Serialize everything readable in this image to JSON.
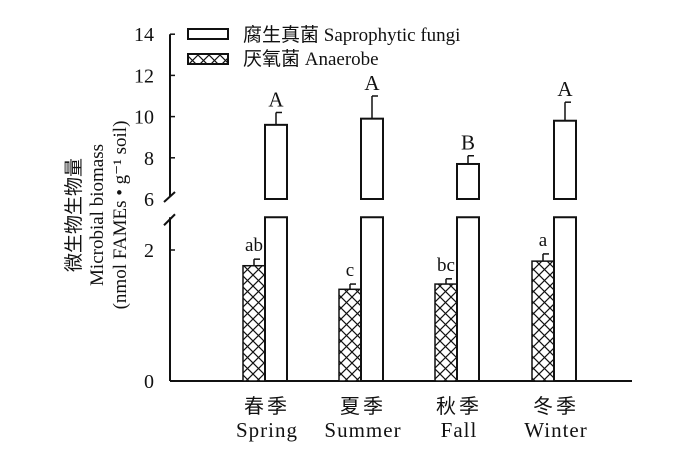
{
  "chart_data": {
    "type": "bar",
    "categories": [
      "春季",
      "夏季",
      "秋季",
      "冬季"
    ],
    "categories_en": [
      "Spring",
      "Summer",
      "Fall",
      "Winter"
    ],
    "ylabel": [
      "微生物生物量",
      "Microbial biomass",
      "(nmol FAMEs • g⁻¹ soil)"
    ],
    "axis_break": {
      "lower_range": [
        0,
        2.5
      ],
      "upper_range": [
        6,
        14
      ]
    },
    "lower_ticks": [
      "0",
      "2"
    ],
    "upper_ticks": [
      "6",
      "8",
      "10",
      "12",
      "14"
    ],
    "series": [
      {
        "name": "厌氧菌 Anaerobe",
        "pattern": "crosshatch",
        "values": [
          1.76,
          1.4,
          1.48,
          1.83
        ],
        "errors": [
          0.1,
          0.08,
          0.08,
          0.11
        ],
        "labels": [
          "ab",
          "c",
          "bc",
          "a"
        ]
      },
      {
        "name": "腐生真菌 Saprophytic fungi",
        "pattern": "white",
        "values": [
          9.6,
          9.9,
          7.7,
          9.8
        ],
        "errors": [
          0.6,
          1.1,
          0.4,
          0.9
        ],
        "labels": [
          "A",
          "A",
          "B",
          "A"
        ]
      }
    ],
    "legend_position": "top"
  }
}
